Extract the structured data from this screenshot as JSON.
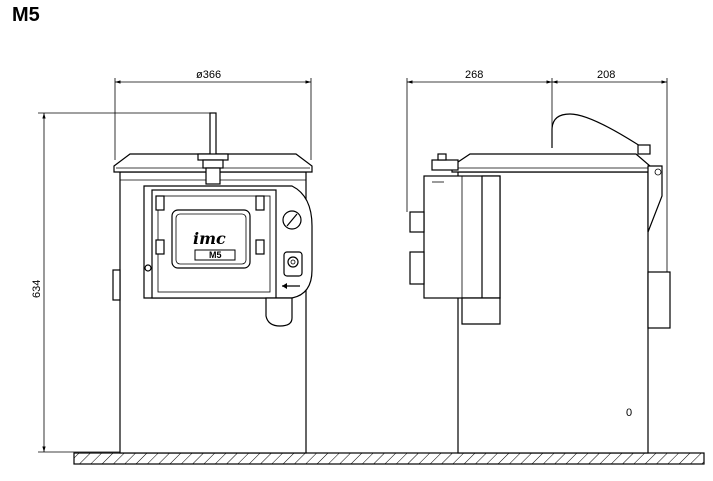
{
  "title": "M5",
  "dimensions": {
    "diameter": "ø366",
    "height": "634",
    "depth_body": "268",
    "depth_handle": "208"
  },
  "label": {
    "brand": "imc",
    "model": "M5"
  },
  "side_marker": "0"
}
